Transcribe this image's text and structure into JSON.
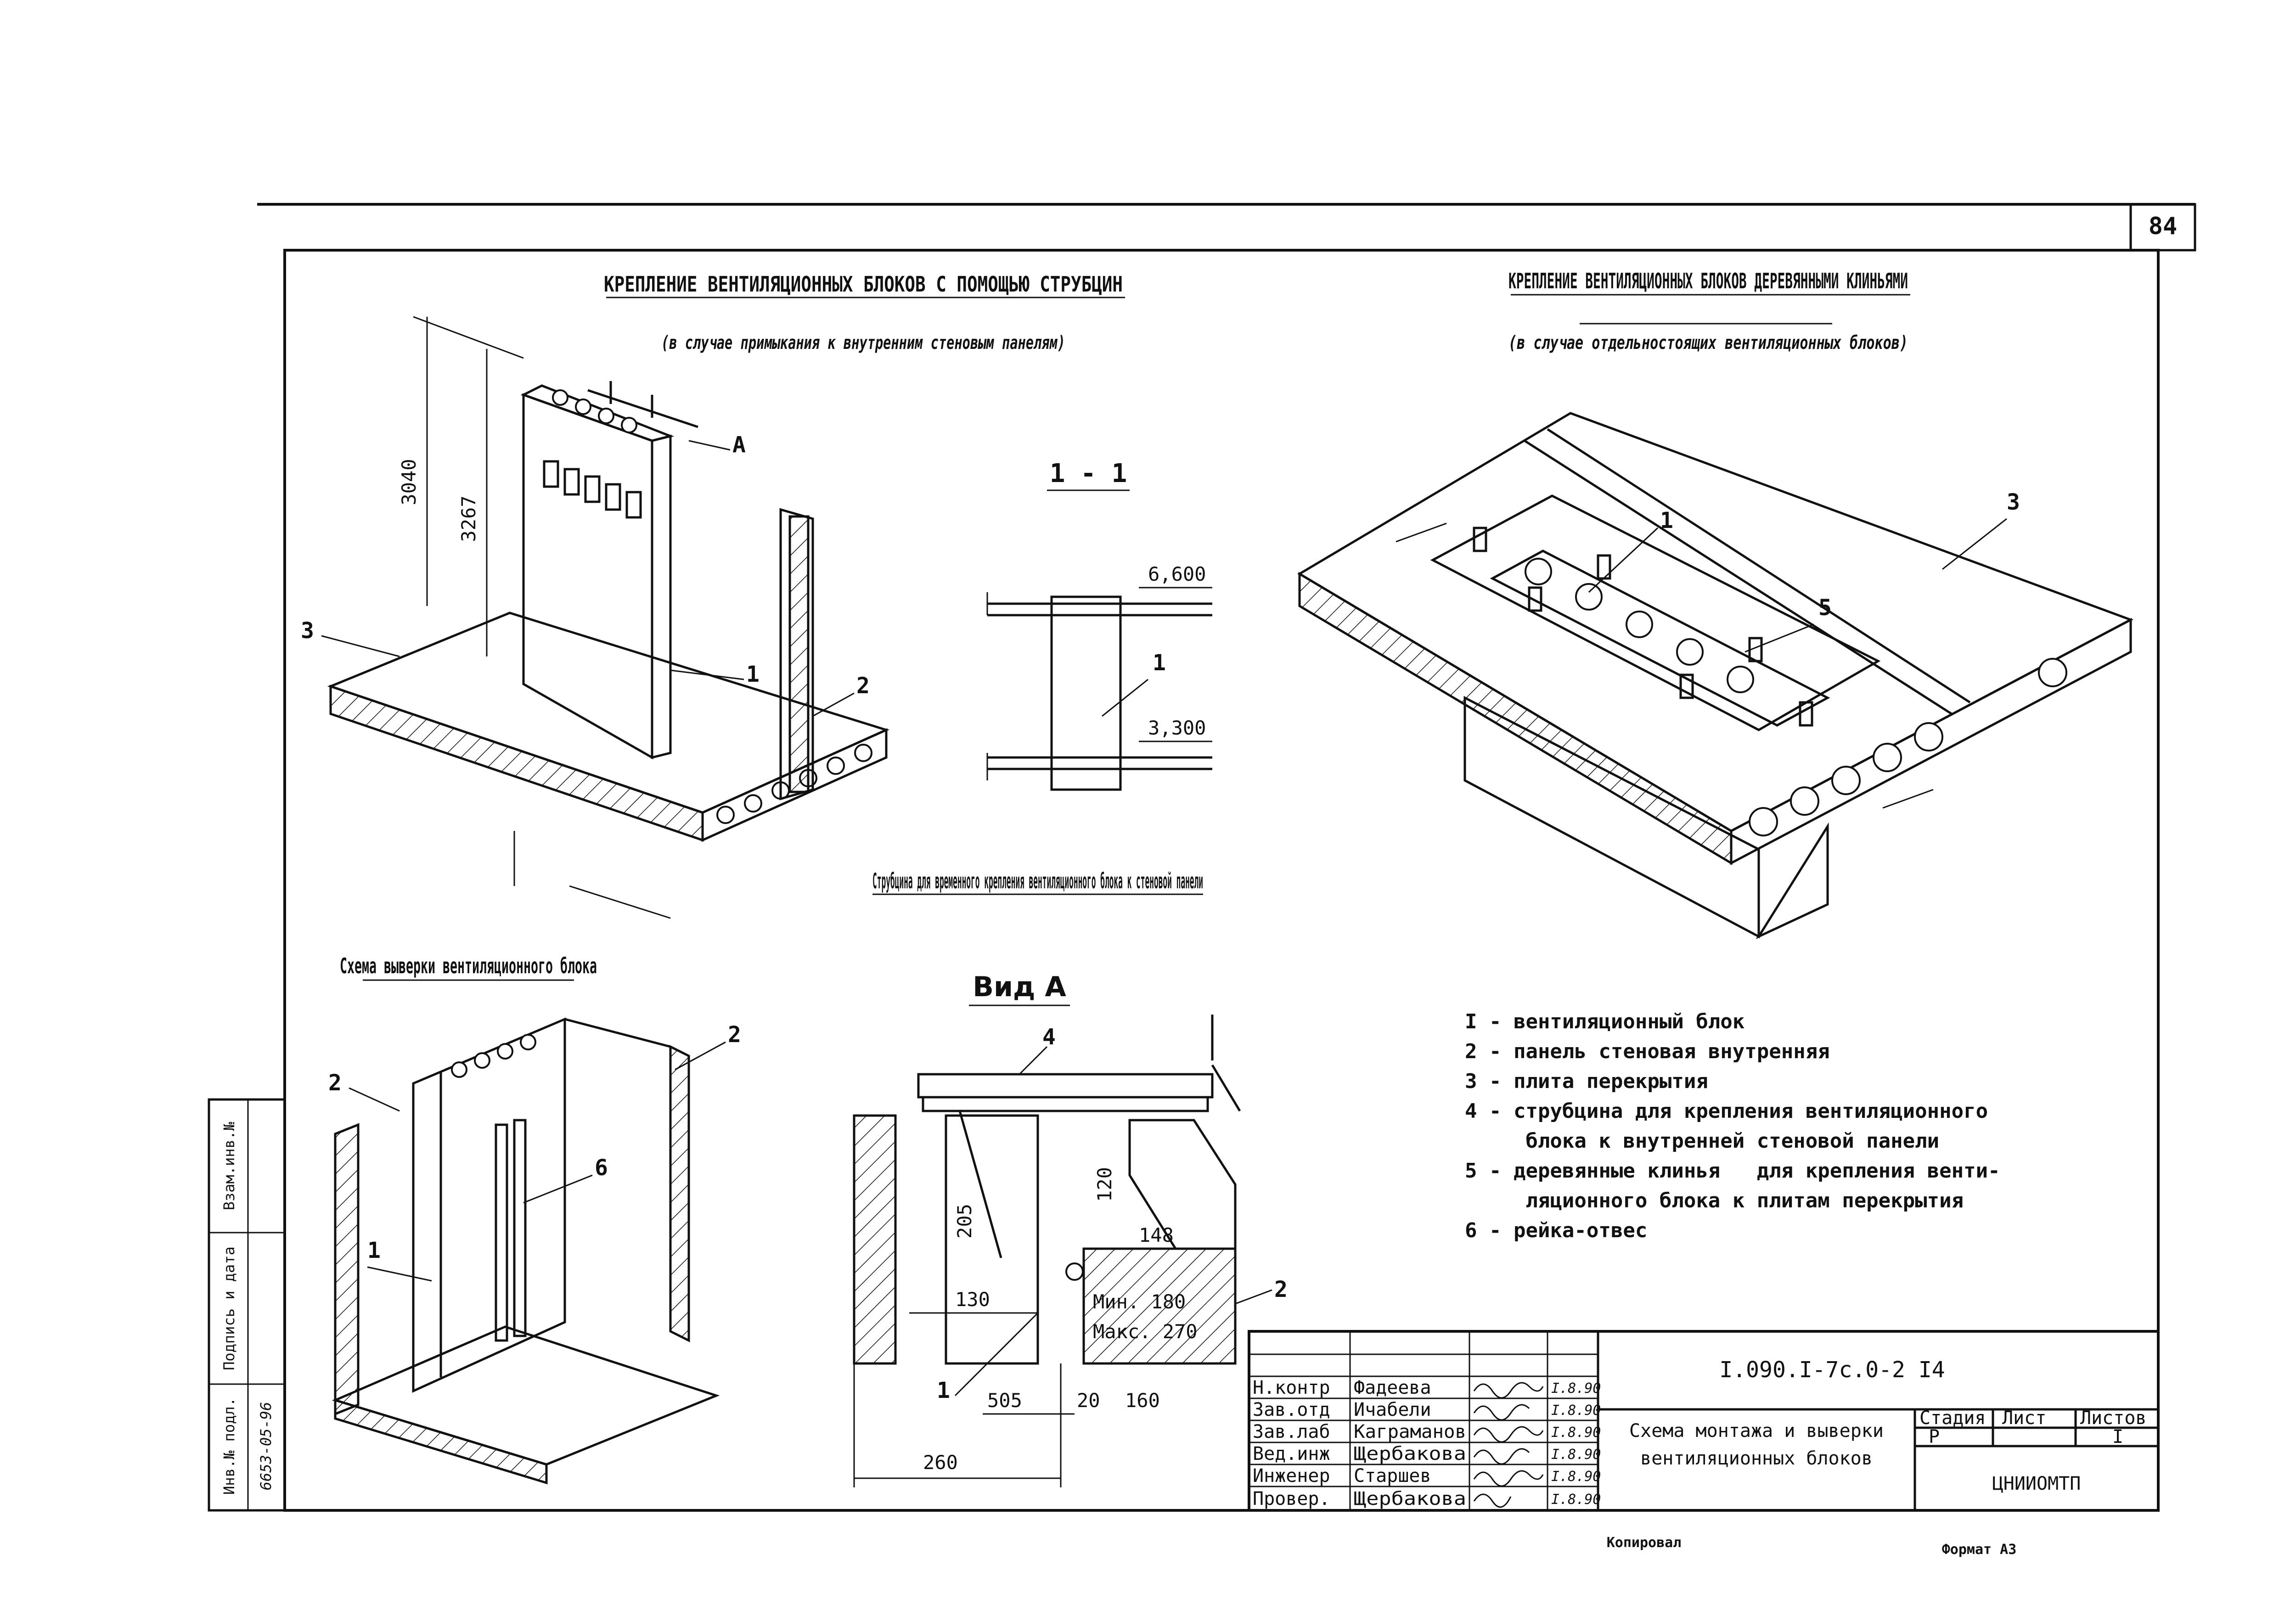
{
  "sheet": {
    "sheet_number": "84",
    "titles": {
      "clamp_mount": "КРЕПЛЕНИЕ ВЕНТИЛЯЦИОННЫХ БЛОКОВ С ПОМОЩЬЮ СТРУБЦИН",
      "clamp_mount_note": "(в случае примыкания к внутренним стеновым панелям)",
      "wedge_mount": "КРЕПЛЕНИЕ ВЕНТИЛЯЦИОННЫХ БЛОКОВ ДЕРЕВЯННЫМИ КЛИНЬЯМИ",
      "wedge_mount_note": "(в случае отдельностоящих вентиляционных блоков)",
      "section": "1 - 1",
      "clamp": "Струбцина для временного крепления вентиляционного блока к стеновой панели",
      "view_a": "Вид А",
      "alignment": "Схема выверки вентиляционного блока"
    },
    "dimensions": {
      "h3040": "3040",
      "h3267": "3267",
      "elev_top": "6,600",
      "elev_bottom": "3,300",
      "d205": "205",
      "d120": "120",
      "d148": "148",
      "d130": "130",
      "min": "Мин. 180",
      "max": "Макс. 270",
      "d505": "505",
      "d20": "20",
      "d160": "160",
      "d260": "260"
    },
    "callouts": [
      "1",
      "2",
      "3",
      "4",
      "5",
      "6",
      "А"
    ],
    "legend": [
      "I - вентиляционный блок",
      "2 - панель стеновая внутренняя",
      "3 - плита перекрытия",
      "4 - струбцина для крепления вентиляционного",
      "     блока к внутренней стеновой панели",
      "5 - деревянные клинья   для крепления венти-",
      "     ляционного блока к плитам перекрытия",
      "6 - рейка-отвес"
    ],
    "title_block": {
      "code": "I.090.I-7c.0-2 I4",
      "title_line1": "Схема монтажа и выверки",
      "title_line2": "вентиляционных блоков",
      "stage_label": "Стадия",
      "sheet_label": "Лист",
      "sheets_label": "Листов",
      "stage": "Р",
      "sheets": "I",
      "organization": "ЦНИИОМТП",
      "roles": [
        "Н.контр",
        "Зав.отд",
        "Зав.лаб",
        "Вед.инж",
        "Инженер",
        "Провер."
      ],
      "names": [
        "Фадеева",
        "Ичабели",
        "Каграманов",
        "Щербакова",
        "Старшев",
        "Щербакова"
      ],
      "dates": [
        "I.8.90",
        "I.8.90",
        "I.8.90",
        "I.8.90",
        "I.8.90",
        "I.8.90"
      ]
    },
    "side_stamp": {
      "labels": [
        "Инв.№ подл.",
        "Подпись и дата",
        "Взам.инв.№"
      ],
      "inv_value": "6653-05-96"
    },
    "footer": {
      "copied": "Копировал",
      "format": "Формат А3"
    }
  }
}
